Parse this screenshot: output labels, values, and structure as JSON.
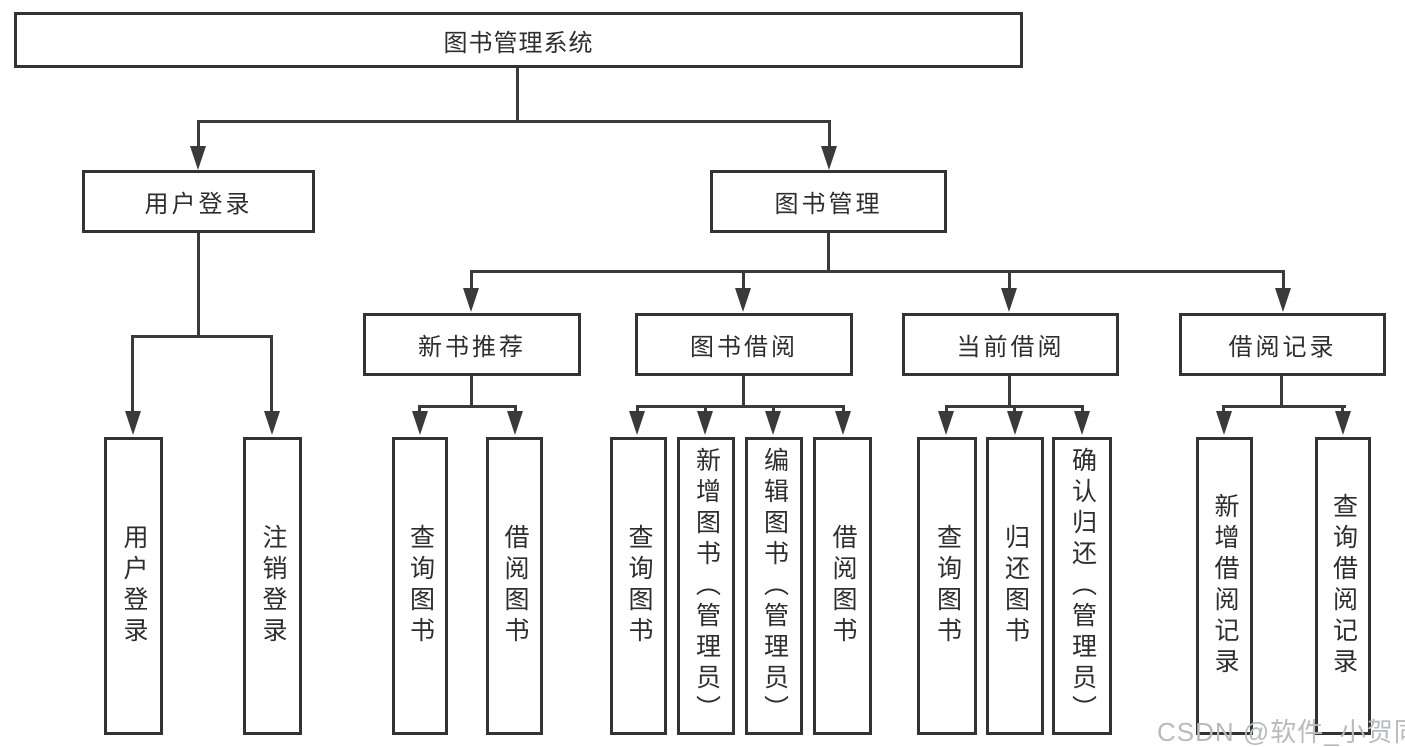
{
  "tree": {
    "root": {
      "label": "图书管理系统"
    },
    "level2": [
      {
        "label": "用户登录",
        "children": [
          {
            "label": "用户登录"
          },
          {
            "label": "注销登录"
          }
        ]
      },
      {
        "label": "图书管理",
        "children": [
          {
            "label": "新书推荐",
            "children": [
              {
                "label": "查询图书"
              },
              {
                "label": "借阅图书"
              }
            ]
          },
          {
            "label": "图书借阅",
            "children": [
              {
                "label": "查询图书"
              },
              {
                "label": "新增图书（管理员）"
              },
              {
                "label": "编辑图书（管理员）"
              },
              {
                "label": "借阅图书"
              }
            ]
          },
          {
            "label": "当前借阅",
            "children": [
              {
                "label": "查询图书"
              },
              {
                "label": "归还图书"
              },
              {
                "label": "确认归还（管理员）"
              }
            ]
          },
          {
            "label": "借阅记录",
            "children": [
              {
                "label": "新增借阅记录"
              },
              {
                "label": "查询借阅记录"
              }
            ]
          }
        ]
      }
    ]
  },
  "watermark": {
    "text": "CSDN @软件_小贺同学"
  },
  "colors": {
    "line": "#3a3a3a",
    "box_border": "#333333",
    "text": "#2e2e2e",
    "watermark": "#b7babf",
    "background": "#ffffff"
  }
}
